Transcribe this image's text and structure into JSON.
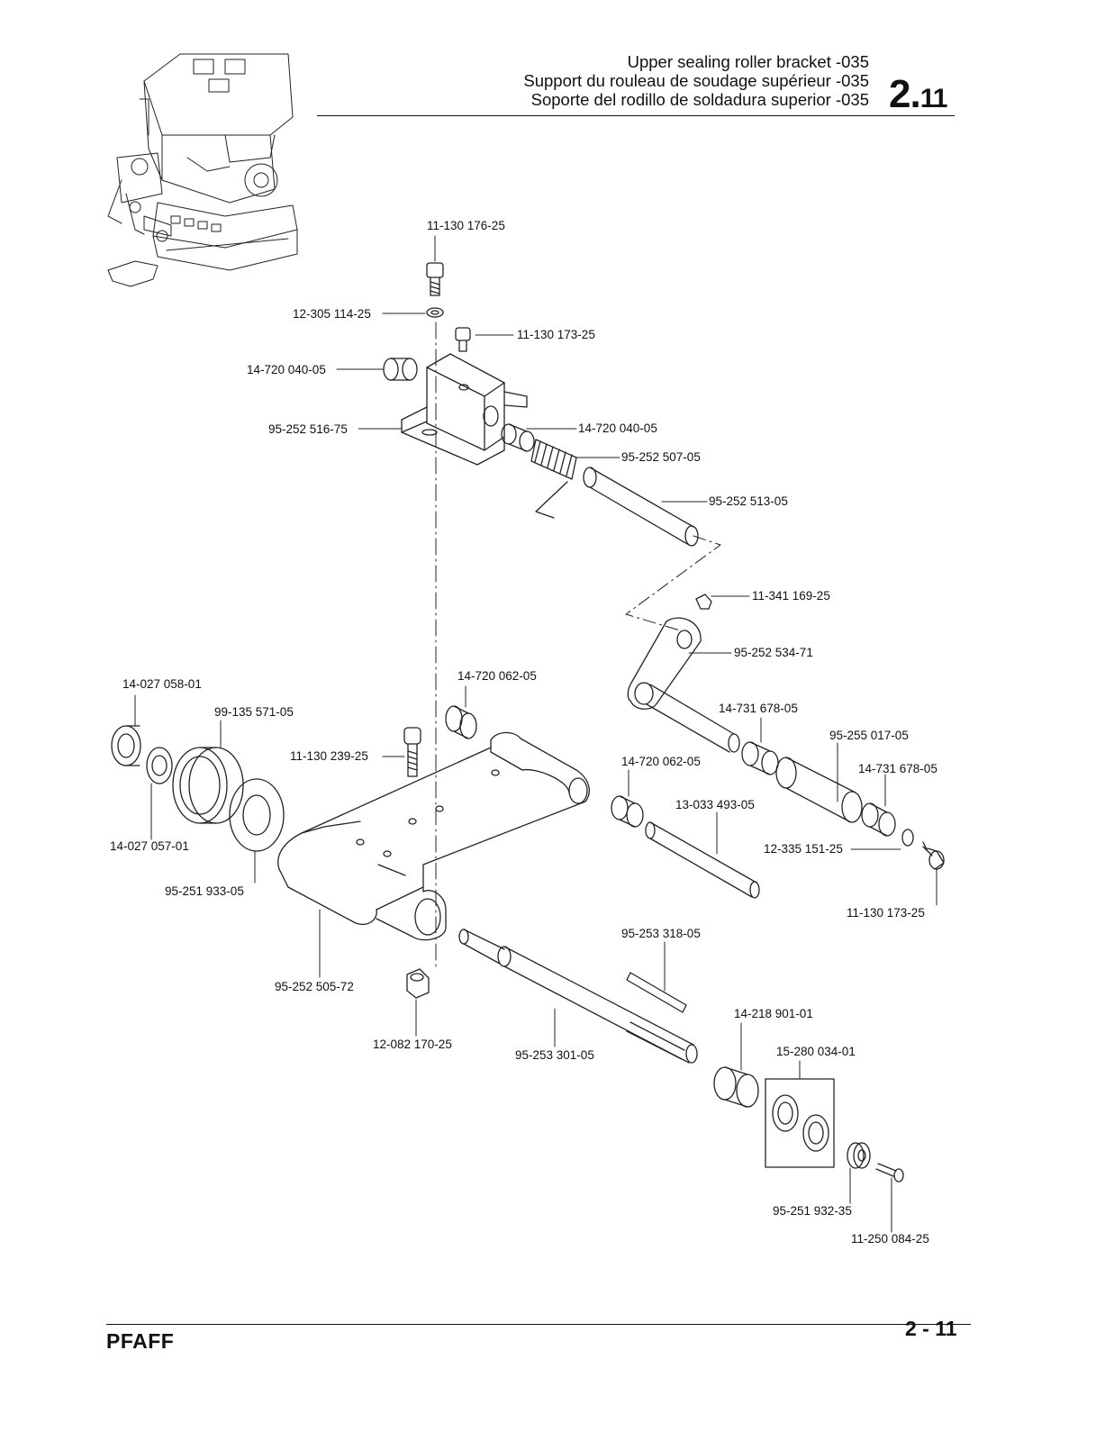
{
  "header": {
    "title_en": "Upper sealing roller bracket -035",
    "title_fr": "Support du rouleau de soudage supérieur -035",
    "title_es": "Soporte del rodillo de soldadura superior -035",
    "section_major": "2.",
    "section_minor": "11"
  },
  "footer": {
    "brand": "PFAFF",
    "page": "2 - 11"
  },
  "parts": [
    {
      "number": "11-130 176-25"
    },
    {
      "number": "12-305 114-25"
    },
    {
      "number": "11-130 173-25"
    },
    {
      "number": "14-720 040-05"
    },
    {
      "number": "95-252 516-75"
    },
    {
      "number": "14-720 040-05"
    },
    {
      "number": "95-252 507-05"
    },
    {
      "number": "95-252 513-05"
    },
    {
      "number": "11-341 169-25"
    },
    {
      "number": "95-252 534-71"
    },
    {
      "number": "14-720 062-05"
    },
    {
      "number": "14-027 058-01"
    },
    {
      "number": "99-135 571-05"
    },
    {
      "number": "11-130 239-25"
    },
    {
      "number": "14-731 678-05"
    },
    {
      "number": "95-255 017-05"
    },
    {
      "number": "14-720 062-05"
    },
    {
      "number": "14-731 678-05"
    },
    {
      "number": "13-033 493-05"
    },
    {
      "number": "14-027 057-01"
    },
    {
      "number": "12-335 151-25"
    },
    {
      "number": "95-251 933-05"
    },
    {
      "number": "11-130 173-25"
    },
    {
      "number": "95-253 318-05"
    },
    {
      "number": "95-252 505-72"
    },
    {
      "number": "14-218 901-01"
    },
    {
      "number": "12-082 170-25"
    },
    {
      "number": "95-253 301-05"
    },
    {
      "number": "15-280 034-01"
    },
    {
      "number": "95-251 932-35"
    },
    {
      "number": "11-250 084-25"
    }
  ]
}
